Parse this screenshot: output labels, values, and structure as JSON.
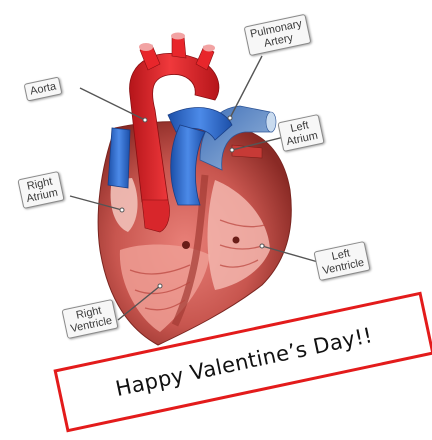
{
  "labels": {
    "aorta": "Aorta",
    "pulmonary_artery": [
      "Pulmonary",
      "Artery"
    ],
    "left_atrium": [
      "Left",
      "Atrium"
    ],
    "right_atrium": [
      "Right",
      "Atrium"
    ],
    "left_ventricle": [
      "Left",
      "Ventricle"
    ],
    "right_ventricle": [
      "Right",
      "Ventricle"
    ]
  },
  "greeting": "Happy Valentine’s Day!!",
  "colors": {
    "aorta_red": "#e8262b",
    "vessel_blue": "#2f6fd6",
    "muscle": "#c8564f",
    "chamber_pink": "#f3b6ae",
    "box_border_red": "#e31b1b"
  }
}
